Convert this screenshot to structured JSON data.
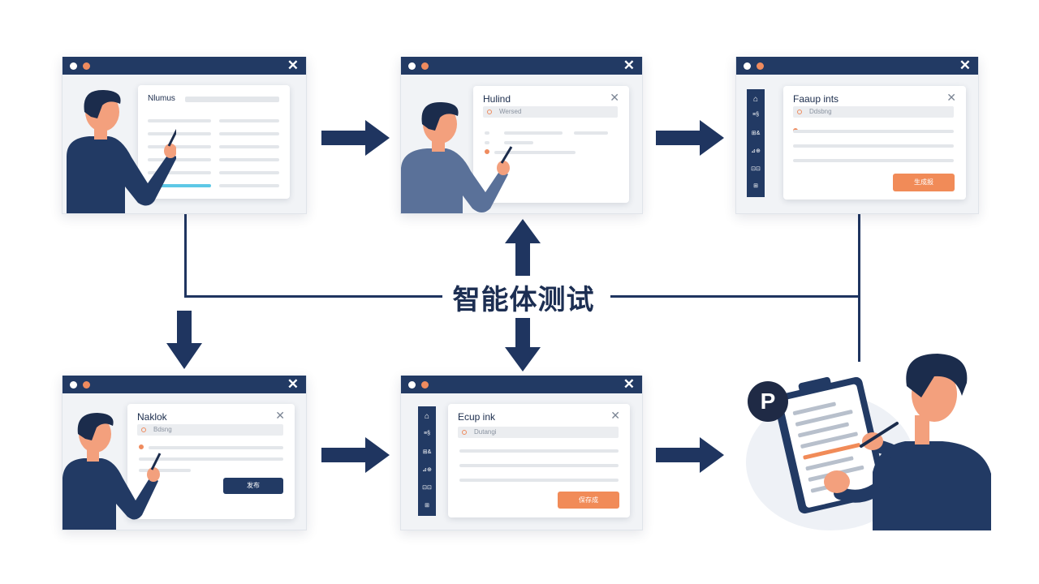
{
  "center_title": "智能体测试",
  "windows": [
    {
      "card_title": "Nlumus"
    },
    {
      "card_title": "Hulind",
      "field_text": "Wersed"
    },
    {
      "card_title": "Faaup ints",
      "field_text": "Ddsbng",
      "button_label": "生成报",
      "sidebar_icons": [
        "⌂",
        "≡§",
        "⊞&",
        "⊿⊕",
        "⊡⊡",
        "⊞"
      ]
    },
    {
      "card_title": "Naklok",
      "field_text": "Bdsng",
      "button_label": "发布"
    },
    {
      "card_title": "Ecup ink",
      "field_text": "Dutangi",
      "button_label": "保存成",
      "sidebar_icons": [
        "⌂",
        "≡§",
        "⊞&",
        "⊿⊕",
        "⊡⊡",
        "⊞"
      ]
    }
  ],
  "report_badge": "P",
  "colors": {
    "navy": "#223a64",
    "accent_orange": "#f18b58",
    "highlight_cyan": "#5dc8e6"
  },
  "icons": [
    "close-icon",
    "clipboard-icon",
    "pen-icon",
    "p-badge-icon"
  ]
}
